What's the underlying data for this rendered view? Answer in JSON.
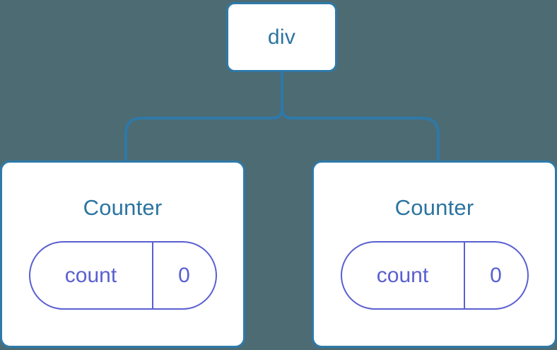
{
  "diagram": {
    "type": "component-tree",
    "background_color": "#4d6b73",
    "node_border_color": "#2e79a8",
    "node_fill_color": "#ffffff",
    "node_text_color": "#2c74a0",
    "edge_color": "#2e79a8",
    "state_pill_color": "#5a5fd0",
    "root": {
      "label": "div"
    },
    "children": [
      {
        "label": "Counter",
        "state": {
          "key": "count",
          "value": "0"
        }
      },
      {
        "label": "Counter",
        "state": {
          "key": "count",
          "value": "0"
        }
      }
    ]
  }
}
